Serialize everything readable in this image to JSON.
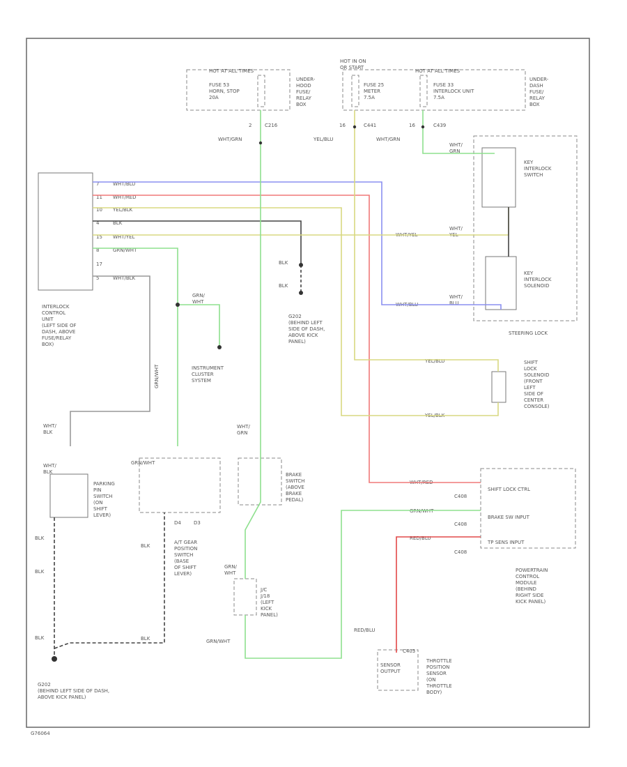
{
  "colors": {
    "blue": "#8a8ff0",
    "red": "#f07878",
    "yellow": "#d8d880",
    "green": "#8ee08e",
    "black": "#444444",
    "gray": "#999999",
    "red_dark": "#e24848"
  },
  "labels": {
    "hot_always": "HOT AT ALL TIMES",
    "hot_on_start": "HOT IN ON\nOR START",
    "hot_always2": "HOT AT ALL TIMES",
    "fuse_horn": "FUSE 53\nHORN, STOP\n20A",
    "fuse_meter": "FUSE 25\nMETER\n7.5A",
    "fuse_interlock": "FUSE 33\nINTERLOCK UNIT\n7.5A",
    "underhood_box": "UNDER-\nHOOD\nFUSE/\nRELAY\nBOX",
    "underdash_box": "UNDER-\nDASH\nFUSE/\nRELAY\nBOX",
    "c_216": "C216",
    "c_441": "C441",
    "c_439": "C439",
    "pin_2": "2",
    "pin_16a": "16",
    "pin_16b": "16",
    "wht_grn_top": "WHT/GRN",
    "yel_blu_top": "YEL/BLU",
    "wht_grn_right": "WHT/GRN",
    "wht_grn_key": "WHT/\nGRN",
    "key_switch": "KEY\nINTERLOCK\nSWITCH",
    "wht_yel_key": "WHT/YEL",
    "wht_yel_key2": "WHT/\nYEL",
    "key_solenoid": "KEY\nINTERLOCK\nSOLENOID",
    "wht_blu_key": "WHT/BLU",
    "wht_blu_key2": "WHT/\nBLU",
    "steering_lock": "STEERING LOCK",
    "icu_pins": [
      "7",
      "11",
      "10",
      "4",
      "15",
      "8",
      "17",
      "5"
    ],
    "icu_wires": [
      "WHT/BLU",
      "WHT/RED",
      "YEL/BLK",
      "BLK",
      "WHT/YEL",
      "GRN/WHT",
      "",
      "WHT/BLK"
    ],
    "icu_name": "INTERLOCK\nCONTROL\nUNIT\n(LEFT SIDE OF\nDASH, ABOVE\nFUSE/RELAY\nBOX)",
    "blk_g202a": "BLK",
    "blk_g202b": "BLK",
    "g202": "G202\n(BEHIND LEFT\nSIDE OF DASH,\nABOVE KICK\nPANEL)",
    "grn_wht_cluster": "GRN/\nWHT",
    "inst_cluster": "INSTRUMENT\nCLUSTER\nSYSTEM",
    "grn_wht_vert": "GRN/WHT",
    "yel_blu_shift": "YEL/BLU",
    "yel_blk_shift": "YEL/BLK",
    "shift_solenoid": "SHIFT\nLOCK\nSOLENOID\n(FRONT\nLEFT\nSIDE OF\nCENTER\nCONSOLE)",
    "wht_blk_park": "WHT/\nBLK",
    "park_switch": "PARKING\nPIN\nSWITCH\n(ON\nSHIFT\nLEVER)",
    "wht_blk_park2": "WHT/\nBLK",
    "grn_wht_gear": "GRN/WHT",
    "gear_d4": "D4",
    "gear_d3": "D3",
    "blk_gear": "BLK",
    "gear_switch": "A/T GEAR\nPOSITION\nSWITCH\n(BASE\nOF SHIFT\nLEVER)",
    "wht_grn_brake": "WHT/\nGRN",
    "brake_switch": "BRAKE\nSWITCH\n(ABOVE\nBRAKE\nPEDAL)",
    "grn_wht_jb": "GRN/\nWHT",
    "jb": "J/C\nJ/18\n(LEFT\nKICK\nPANEL)",
    "grn_wht_bottom": "GRN/WHT",
    "blk_left1": "BLK",
    "blk_left2": "BLK",
    "blk_left3": "BLK",
    "blk_bottom": "BLK",
    "g202b_name": "G202\n(BEHIND LEFT SIDE OF DASH,\nABOVE KICK PANEL)",
    "wht_red_pcm": "WHT/RED",
    "grn_wht_pcm": "GRN/WHT",
    "red_blu_pcm": "RED/BLU",
    "c_a": "C408",
    "c_b": "C408",
    "c_c": "C408",
    "pcm_shift": "SHIFT LOCK CTRL",
    "pcm_brake": "BRAKE SW INPUT",
    "pcm_tp": "TP SENS INPUT",
    "pcm_name": "POWERTRAIN\nCONTROL\nMODULE\n(BEHIND\nRIGHT SIDE\nKICK PANEL)",
    "red_blu_tp": "RED/BLU",
    "tp_c": "C403",
    "tp_signal": "SENSOR\nOUTPUT",
    "tp_sensor": "THROTTLE\nPOSITION\nSENSOR\n(ON\nTHROTTLE\nBODY)",
    "footer": "G76064"
  }
}
